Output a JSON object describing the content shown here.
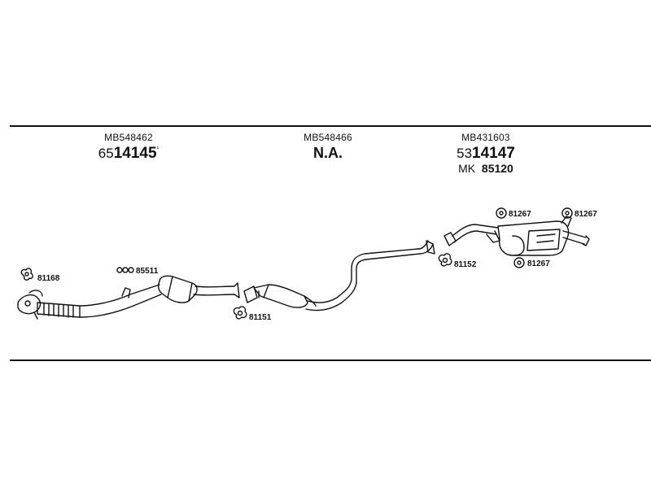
{
  "parts": [
    {
      "oe": "MB548462",
      "prefix": "65",
      "number": "14145",
      "suffix": "¹"
    },
    {
      "oe": "MB548466",
      "na": "N.A."
    },
    {
      "oe": "MB431603",
      "prefix": "53",
      "number": "14147",
      "alt_prefix": "MK",
      "alt_number": "85120"
    }
  ],
  "callouts": {
    "gasket_front": "81168",
    "clamp_front": "85511",
    "gasket_mid": "81151",
    "gasket_rear": "81152",
    "rubber_1": "81267",
    "rubber_2": "81267",
    "rubber_3": "81267"
  },
  "colors": {
    "line": "#111111",
    "background": "#ffffff"
  }
}
